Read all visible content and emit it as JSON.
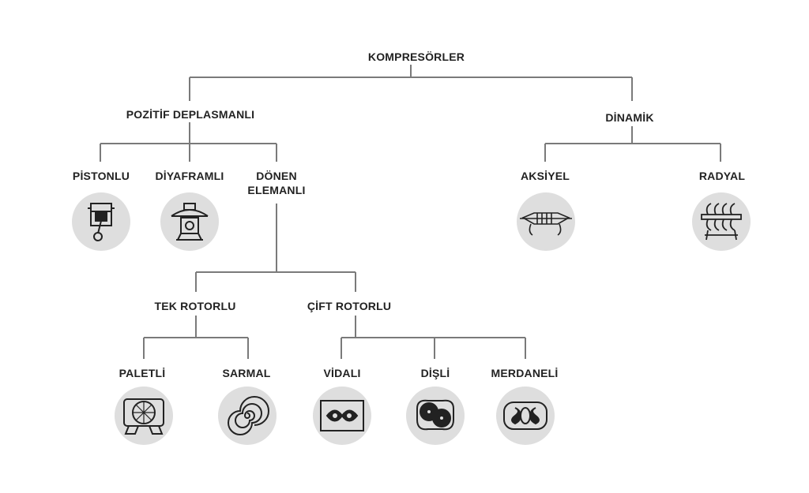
{
  "nodes": {
    "root": "KOMPRESÖRLER",
    "positive": "POZİTİF DEPLASMANLI",
    "dynamic": "DİNAMİK",
    "piston": "PİSTONLU",
    "diaphragm": "DİYAFRAMLI",
    "rotating": "DÖNEN ELEMANLI",
    "axial": "AKSİYEL",
    "radial": "RADYAL",
    "single_rotor": "TEK ROTORLU",
    "twin_rotor": "ÇİFT ROTORLU",
    "vane": "PALETLİ",
    "scroll": "SARMAL",
    "screw": "VİDALI",
    "gear": "DİŞLİ",
    "lobe": "MERDANELİ"
  },
  "icons": {
    "piston": "piston-compressor-icon",
    "diaphragm": "diaphragm-compressor-icon",
    "axial": "axial-compressor-icon",
    "radial": "radial-compressor-icon",
    "vane": "vane-compressor-icon",
    "scroll": "scroll-compressor-icon",
    "screw": "screw-compressor-icon",
    "gear": "gear-compressor-icon",
    "lobe": "lobe-compressor-icon"
  },
  "colors": {
    "line": "#7a7a7a",
    "text": "#222222",
    "icon_bg": "#dedede"
  }
}
